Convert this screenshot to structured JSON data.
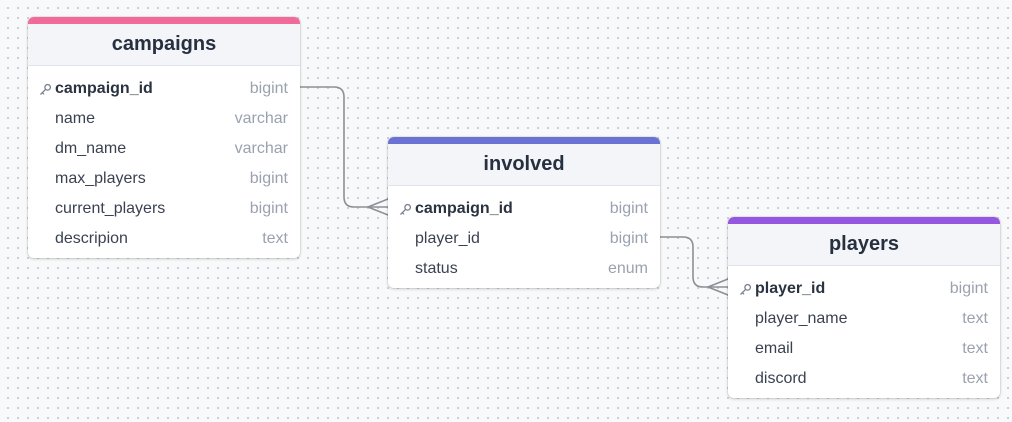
{
  "colors": {
    "campaigns_accent": "#f06b9a",
    "involved_accent": "#6a72d4",
    "players_accent": "#9657e0",
    "edge": "#8c9096"
  },
  "tables": {
    "campaigns": {
      "title": "campaigns",
      "columns": [
        {
          "name": "campaign_id",
          "type": "bigint",
          "pk": true
        },
        {
          "name": "name",
          "type": "varchar"
        },
        {
          "name": "dm_name",
          "type": "varchar"
        },
        {
          "name": "max_players",
          "type": "bigint"
        },
        {
          "name": "current_players",
          "type": "bigint"
        },
        {
          "name": "descripion",
          "type": "text"
        }
      ]
    },
    "involved": {
      "title": "involved",
      "columns": [
        {
          "name": "campaign_id",
          "type": "bigint",
          "pk": true
        },
        {
          "name": "player_id",
          "type": "bigint"
        },
        {
          "name": "status",
          "type": "enum"
        }
      ]
    },
    "players": {
      "title": "players",
      "columns": [
        {
          "name": "player_id",
          "type": "bigint",
          "pk": true
        },
        {
          "name": "player_name",
          "type": "text"
        },
        {
          "name": "email",
          "type": "text"
        },
        {
          "name": "discord",
          "type": "text"
        }
      ]
    }
  },
  "relationships": [
    {
      "from": "campaigns.campaign_id",
      "to": "involved.campaign_id",
      "to_cardinality": "many"
    },
    {
      "from": "involved.player_id",
      "to": "players.player_id",
      "to_cardinality": "many"
    }
  ]
}
